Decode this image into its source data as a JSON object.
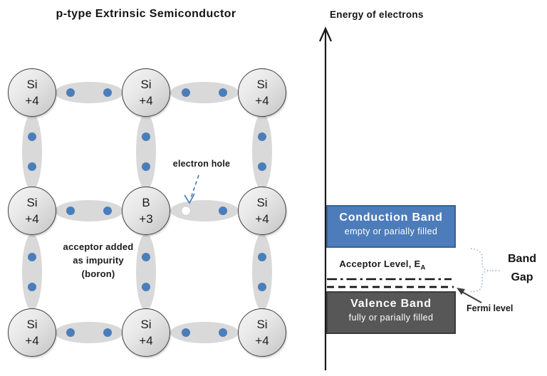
{
  "title": "p-type Extrinsic Semiconductor",
  "lattice": {
    "rows": [
      [
        {
          "symbol": "Si",
          "charge": "+4"
        },
        {
          "symbol": "Si",
          "charge": "+4"
        },
        {
          "symbol": "Si",
          "charge": "+4"
        }
      ],
      [
        {
          "symbol": "Si",
          "charge": "+4"
        },
        {
          "symbol": "B",
          "charge": "+3"
        },
        {
          "symbol": "Si",
          "charge": "+4"
        }
      ],
      [
        {
          "symbol": "Si",
          "charge": "+4"
        },
        {
          "symbol": "Si",
          "charge": "+4"
        },
        {
          "symbol": "Si",
          "charge": "+4"
        }
      ]
    ],
    "hole_bond": {
      "row": 1,
      "segment": 1
    },
    "electron_hole_label": "electron hole",
    "acceptor_note": [
      "acceptor added",
      "as impurity",
      "(boron)"
    ]
  },
  "band_diagram": {
    "axis_label": "Energy of electrons",
    "conduction_band": {
      "title": "Conduction Band",
      "subtitle": "empty or parially filled"
    },
    "acceptor_level": {
      "label": "Acceptor Level, E",
      "subscript": "A"
    },
    "valence_band": {
      "title": "Valence Band",
      "subtitle": "fully or parially filled"
    },
    "fermi_label": "Fermi level",
    "band_gap": {
      "line1": "Band",
      "line2": "Gap"
    }
  },
  "colors": {
    "electron_dot": "#4a7ebb",
    "bond": "#d9d9d9",
    "conduction_fill": "#4d7cba",
    "conduction_border": "#3a6293",
    "valence_fill": "#575757",
    "valence_border": "#3d3d3d",
    "brace": "#a3b9d6",
    "arrow_blue": "#4a7ebb"
  }
}
